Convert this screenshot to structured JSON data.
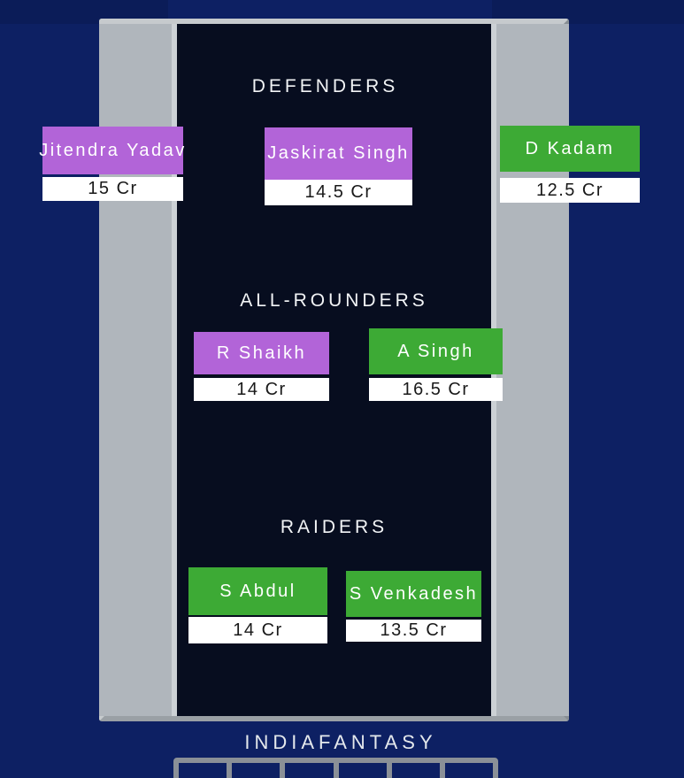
{
  "colors": {
    "bg": "#0d2063",
    "bg_top_shade": "#0b1c58",
    "lobby": "#6f2308",
    "play_area": "#0b3ec6",
    "line_white": "#ccd1d5",
    "line_gray": "#b0b6bc",
    "line_black": "#070d1f",
    "border_light": "#c6cacd",
    "border_mid": "#9aa0a5",
    "border_dark": "#878d93",
    "bench_gray": "#8a9097",
    "card_purple": "#b264d8",
    "card_green": "#3daa35",
    "price_bg": "#ffffff",
    "price_text": "#191919"
  },
  "sections": [
    {
      "title": "DEFENDERS",
      "players": [
        {
          "name": "Jitendra Yadav",
          "price": "15 Cr",
          "color": "purple"
        },
        {
          "name": "Jaskirat Singh",
          "price": "14.5 Cr",
          "color": "purple"
        },
        {
          "name": "D Kadam",
          "price": "12.5 Cr",
          "color": "green"
        }
      ]
    },
    {
      "title": "ALL-ROUNDERS",
      "players": [
        {
          "name": "R Shaikh",
          "price": "14 Cr",
          "color": "purple"
        },
        {
          "name": "A Singh",
          "price": "16.5 Cr",
          "color": "green"
        }
      ]
    },
    {
      "title": "RAIDERS",
      "players": [
        {
          "name": "S Abdul",
          "price": "14 Cr",
          "color": "green"
        },
        {
          "name": "S Venkadesh",
          "price": "13.5 Cr",
          "color": "green"
        }
      ]
    }
  ],
  "footer": {
    "brand": "INDIAFANTASY"
  }
}
